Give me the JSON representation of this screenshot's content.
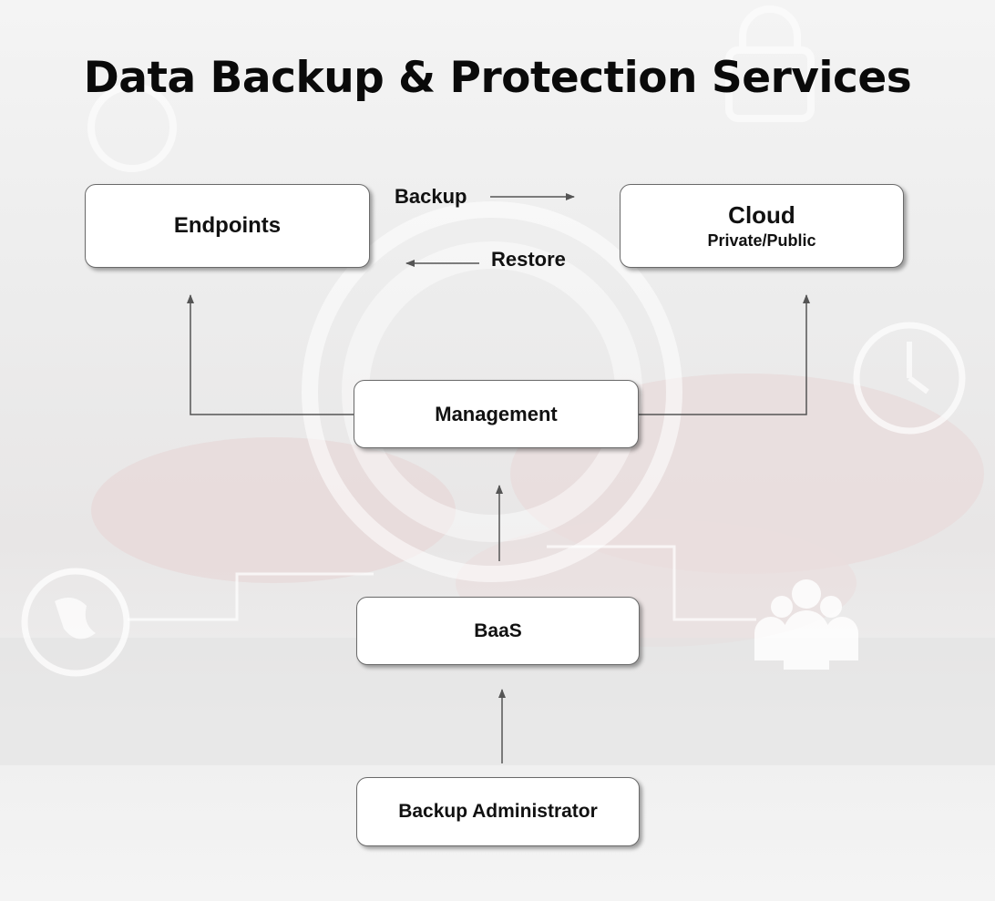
{
  "title": "Data Backup & Protection Services",
  "nodes": {
    "endpoints": "Endpoints",
    "cloud": "Cloud",
    "cloud_sub": "Private/Public",
    "management": "Management",
    "baas": "BaaS",
    "backup_administrator": "Backup Administrator"
  },
  "flows": {
    "backup": "Backup",
    "restore": "Restore"
  },
  "colors": {
    "line": "#555555",
    "node_border": "#6a6a6a",
    "node_fill": "#ffffff",
    "text": "#111111",
    "background_overlay": "#d9bfbf"
  },
  "background_icons": [
    "globe-icon",
    "padlock-icon",
    "clock-icon",
    "users-icon",
    "keyboard-hand-photo"
  ]
}
